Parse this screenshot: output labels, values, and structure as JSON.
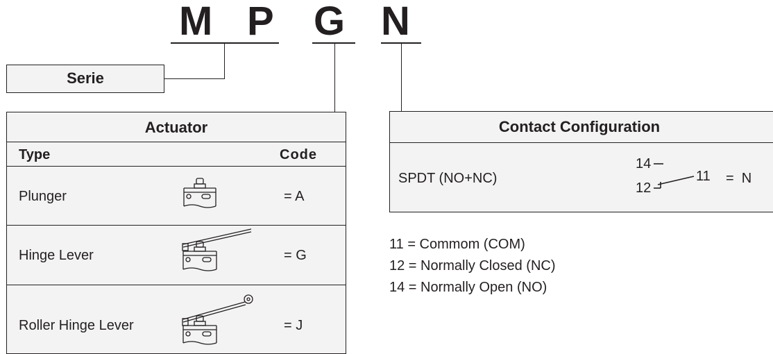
{
  "code_letters": [
    "M",
    "P",
    "G",
    "N"
  ],
  "serie": {
    "label": "Serie"
  },
  "actuator": {
    "title": "Actuator",
    "col_type": "Type",
    "col_code": "Code",
    "rows": [
      {
        "type": "Plunger",
        "code": "= A",
        "icon": "plunger-switch-icon"
      },
      {
        "type": "Hinge Lever",
        "code": "= G",
        "icon": "hinge-lever-switch-icon"
      },
      {
        "type": "Roller Hinge Lever",
        "code": "= J",
        "icon": "roller-hinge-lever-switch-icon"
      }
    ]
  },
  "contact": {
    "title": "Contact Configuration",
    "row_label": "SPDT (NO+NC)",
    "symbol": {
      "t14": "14",
      "t12": "12",
      "t11": "11"
    },
    "code": "=  N"
  },
  "legend": [
    "11 = Commom (COM)",
    "12 = Normally Closed (NC)",
    "14 = Normally Open (NO)"
  ],
  "colors": {
    "line": "#231f20",
    "box_fill": "#f3f3f3"
  }
}
